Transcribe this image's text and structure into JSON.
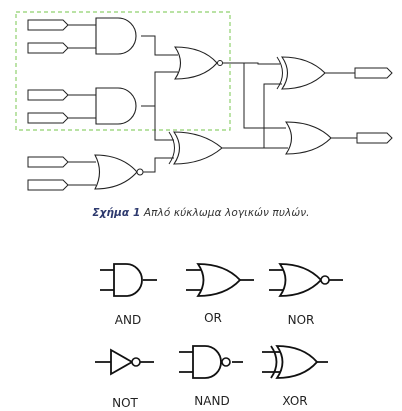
{
  "caption": {
    "figure_label": "Σχήμα 1",
    "text": " Απλό κύκλωμα λογικών πυλών."
  },
  "legend": {
    "gates": [
      {
        "icon": "and-gate-icon",
        "label": "AND"
      },
      {
        "icon": "or-gate-icon",
        "label": "OR"
      },
      {
        "icon": "nor-gate-icon",
        "label": "NOR"
      },
      {
        "icon": "not-gate-icon",
        "label": "NOT"
      },
      {
        "icon": "nand-gate-icon",
        "label": "NAND"
      },
      {
        "icon": "xor-gate-icon",
        "label": "XOR"
      }
    ]
  },
  "colors": {
    "selection_box": "#8fd06e",
    "caption_label": "#2e3a6e",
    "wire": "#222222"
  }
}
